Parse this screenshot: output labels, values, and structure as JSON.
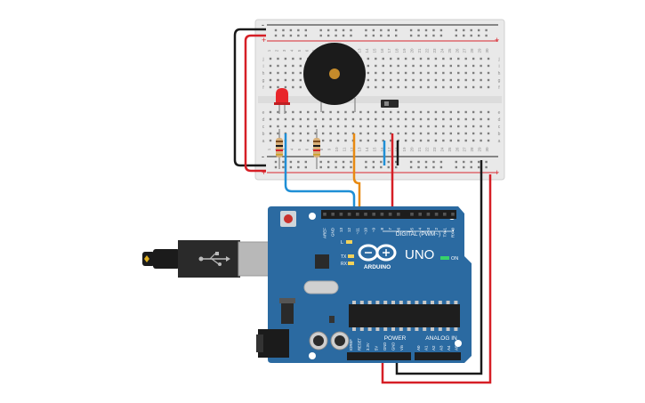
{
  "colors": {
    "board_blue": "#2b6aa1",
    "board_dark": "#1f4f7a",
    "header_black": "#1d1d1d",
    "breadboard": "#e9e9e9",
    "rail_red": "#d9282f",
    "rail_black": "#222222",
    "wire_blue": "#1f8fd6",
    "wire_orange": "#e88a12",
    "wire_red": "#d61f26",
    "wire_black": "#1a1a1a",
    "led_red": "#e8262b",
    "buzzer": "#1b1b1b",
    "buzzer_center": "#c58b2b"
  },
  "breadboard": {
    "col_numbers": [
      "1",
      "2",
      "3",
      "4",
      "5",
      "6",
      "7",
      "8",
      "9",
      "10",
      "11",
      "12",
      "13",
      "14",
      "15",
      "16",
      "17",
      "18",
      "19",
      "20",
      "21",
      "22",
      "23",
      "24",
      "25",
      "26",
      "27",
      "28",
      "29",
      "30"
    ],
    "row_letters_top": [
      "j",
      "i",
      "h",
      "g",
      "f"
    ],
    "row_letters_bottom": [
      "e",
      "d",
      "c",
      "b",
      "a"
    ],
    "plus_label": "+",
    "minus_label": "-"
  },
  "arduino": {
    "logo_text": "ARDUINO",
    "model": "UNO",
    "on_label": "ON",
    "digital_label": "DIGITAL (PWM~)",
    "power_label": "POWER",
    "analog_label": "ANALOG IN",
    "tx_label": "TX",
    "rx_label": "RX",
    "l_label": "L",
    "digital_pins": [
      "AREF",
      "GND",
      "13",
      "12",
      "~11",
      "~10",
      "~9",
      "8",
      "7",
      "~6",
      "~5",
      "4",
      "~3",
      "2",
      "TX▸1",
      "RX◂0"
    ],
    "power_pins": [
      "IOREF",
      "RESET",
      "3.3V",
      "5V",
      "GND",
      "GND",
      "Vin"
    ],
    "analog_pins": [
      "A0",
      "A1",
      "A2",
      "A3",
      "A4",
      "A5"
    ]
  },
  "icons": [
    "usb-symbol-icon",
    "arduino-infinity-logo-icon"
  ]
}
